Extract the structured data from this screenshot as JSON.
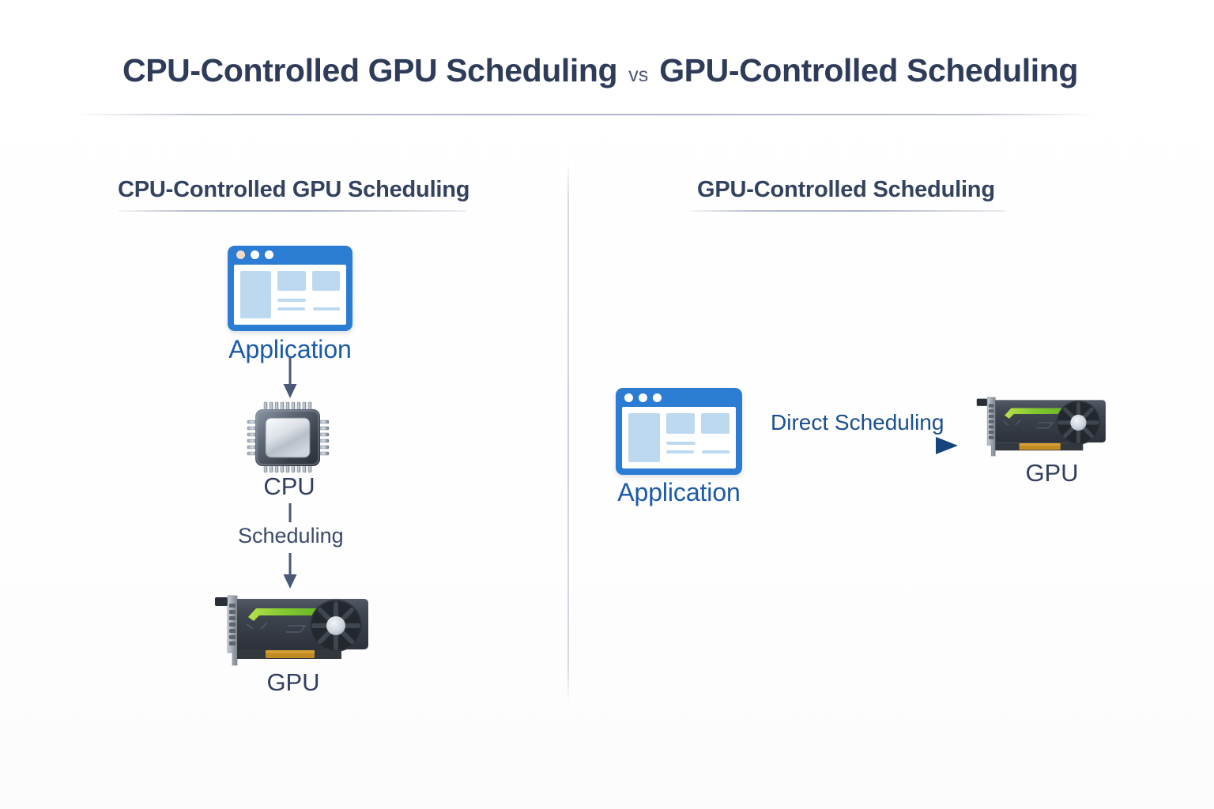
{
  "header": {
    "title_left": "CPU-Controlled GPU Scheduling",
    "title_vs": "vs",
    "title_right": "GPU-Controlled Scheduling"
  },
  "panels": {
    "left": {
      "heading": "CPU-Controlled GPU Scheduling",
      "nodes": [
        {
          "id": "application",
          "label": "Application",
          "icon": "application-window-icon"
        },
        {
          "id": "cpu",
          "label": "CPU",
          "icon": "cpu-chip-icon"
        },
        {
          "id": "gpu",
          "label": "GPU",
          "icon": "gpu-card-icon"
        }
      ],
      "connectors": [
        {
          "id": "app-to-cpu",
          "label": "",
          "direction": "down"
        },
        {
          "id": "cpu-to-gpu",
          "label": "Scheduling",
          "direction": "down"
        }
      ]
    },
    "right": {
      "heading": "GPU-Controlled Scheduling",
      "nodes": [
        {
          "id": "application",
          "label": "Application",
          "icon": "application-window-icon"
        },
        {
          "id": "gpu",
          "label": "GPU",
          "icon": "gpu-card-icon"
        }
      ],
      "connectors": [
        {
          "id": "app-to-gpu",
          "label": "Direct Scheduling",
          "direction": "right"
        }
      ]
    }
  },
  "colors": {
    "background": "#ffffff",
    "title_text": "#2e3c5a",
    "heading_text": "#33425f",
    "app_label": "#1a5aa8",
    "dark_label": "#32405e",
    "app_window_frame": "#2b7cd3",
    "app_window_fill": "#bcd9f0",
    "arrow_gray": "#4a5878",
    "arrow_blue": "#1a4f8f",
    "gpu_body": "#3a3f48",
    "gpu_accent_green": "#8ed23f",
    "gpu_connector_gold": "#c08b22",
    "divider": "#cdd1dc"
  }
}
